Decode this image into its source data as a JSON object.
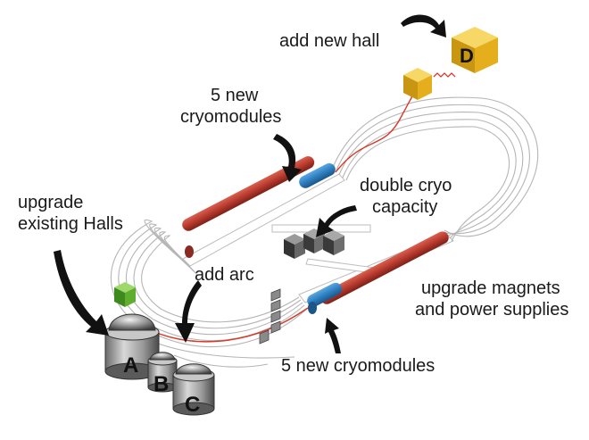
{
  "labels": {
    "add_new_hall": "add new hall",
    "new_cryomodules_top": [
      "5 new",
      "cryomodules"
    ],
    "double_cryo": [
      "double cryo",
      "capacity"
    ],
    "upgrade_halls": [
      "upgrade",
      "existing Halls"
    ],
    "add_arc": "add arc",
    "upgrade_magnets": [
      "upgrade magnets",
      "and power supplies"
    ],
    "new_cryomodules_bottom": "5 new cryomodules"
  },
  "halls": [
    "A",
    "B",
    "C",
    "D"
  ],
  "colors": {
    "linac": "#b83a2e",
    "cryomodule": "#2f7fc1",
    "beamline": "#cfcfcf",
    "new_arc": "#d63a2a",
    "new_hall": "#f2c230",
    "cryo_plant": "#555555",
    "green_box": "#6dbb3c"
  }
}
